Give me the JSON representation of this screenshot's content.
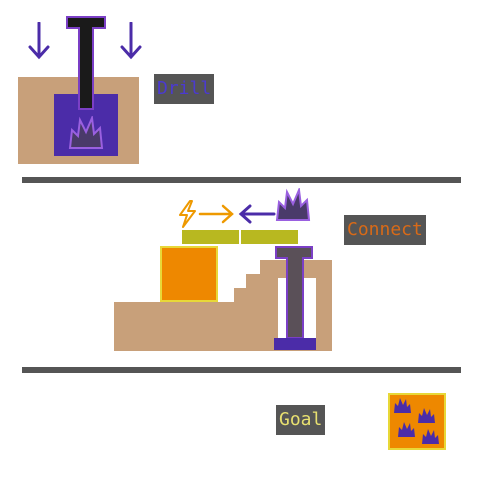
{
  "panels": {
    "drill": {
      "label": "Drill"
    },
    "connect": {
      "label": "Connect"
    },
    "goal": {
      "label": "Goal"
    }
  },
  "colors": {
    "background": "#ffffff",
    "dirt": "#c8a07a",
    "drill_purple": "#4b2ca8",
    "drill_outline": "#7b3fc6",
    "drill_shaft": "#1a1a1a",
    "orange_block": "#ee8800",
    "block_outline": "#e8d838",
    "conveyor": "#b8b820",
    "divider": "#555555",
    "drill_label_text": "#4b3ad0",
    "connect_label_text": "#d86a18",
    "goal_label_text": "#e8e070"
  },
  "icons": {
    "arrow_down": "arrow-down-icon",
    "lightning": "lightning-icon",
    "arrow_right": "arrow-right-icon",
    "arrow_left": "arrow-left-icon",
    "ore_crystal": "ore-crystal-icon"
  }
}
